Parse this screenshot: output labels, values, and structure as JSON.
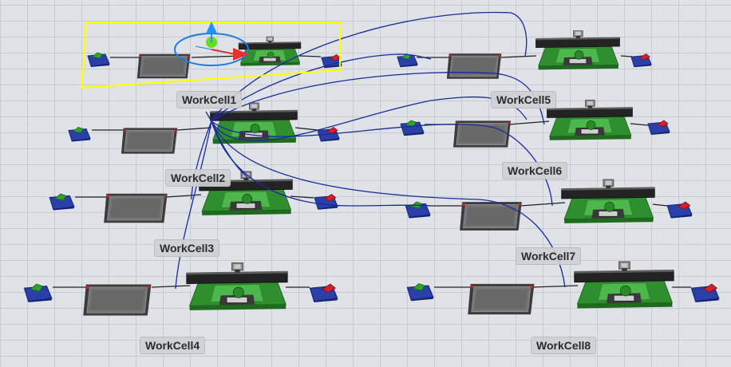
{
  "workcells": [
    {
      "id": "wc1",
      "label": "WorkCell1"
    },
    {
      "id": "wc2",
      "label": "WorkCell2"
    },
    {
      "id": "wc3",
      "label": "WorkCell3"
    },
    {
      "id": "wc4",
      "label": "WorkCell4"
    },
    {
      "id": "wc5",
      "label": "WorkCell5"
    },
    {
      "id": "wc6",
      "label": "WorkCell6"
    },
    {
      "id": "wc7",
      "label": "WorkCell7"
    },
    {
      "id": "wc8",
      "label": "WorkCell8"
    }
  ],
  "colors": {
    "grid_background": "#dfe2e6",
    "conveyor_belt": "#2b2b2b",
    "robot_base": "#3a9a3a",
    "source_queue": "#2a3fa8",
    "sink_marker": "#d4202c",
    "connection_line": "#1a2a9a",
    "selection_box": "#ffff00"
  },
  "selected_object": "wc1"
}
